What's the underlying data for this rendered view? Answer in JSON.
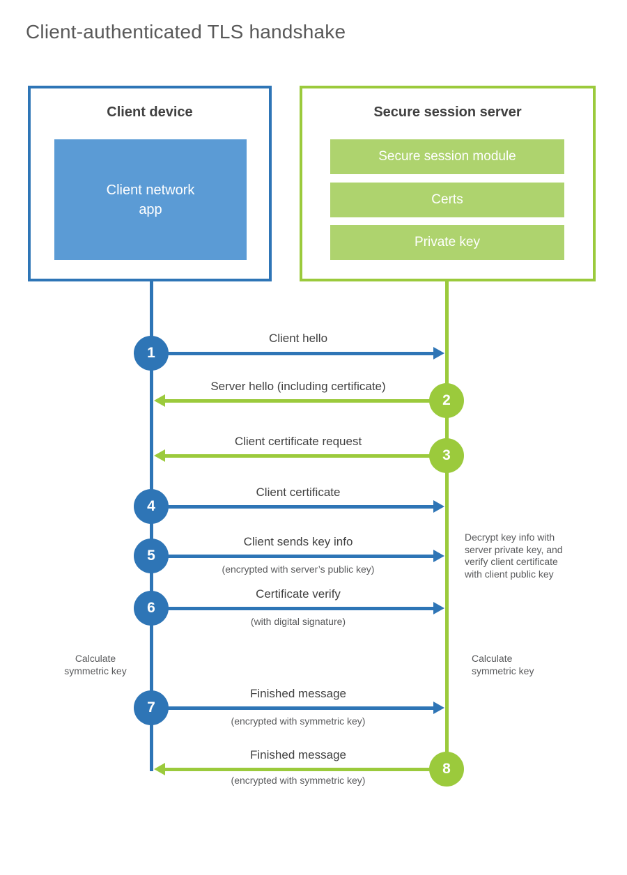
{
  "title": "Client-authenticated TLS handshake",
  "colors": {
    "blue": "#2e75b6",
    "blue-light": "#5b9bd5",
    "green": "#9bca3c",
    "green-light": "#aed36e",
    "dark": "#404040",
    "gray": "#58595b"
  },
  "client_box": {
    "title": "Client device",
    "app_label": "Client network\napp"
  },
  "server_box": {
    "title": "Secure session server",
    "modules": [
      "Secure session module",
      "Certs",
      "Private key"
    ]
  },
  "steps": [
    {
      "num": "1",
      "label": "Client hello",
      "direction": "right",
      "color": "blue"
    },
    {
      "num": "2",
      "label": "Server hello (including certificate)",
      "direction": "left",
      "color": "green"
    },
    {
      "num": "3",
      "label": "Client certificate request",
      "direction": "left",
      "color": "green"
    },
    {
      "num": "4",
      "label": "Client certificate",
      "direction": "right",
      "color": "blue"
    },
    {
      "num": "5",
      "label": "Client sends key info",
      "sub": "(encrypted with server’s public key)",
      "direction": "right",
      "color": "blue"
    },
    {
      "num": "6",
      "label": "Certificate verify",
      "sub": "(with digital signature)",
      "direction": "right",
      "color": "blue"
    },
    {
      "num": "7",
      "label": "Finished message",
      "sub": "(encrypted with symmetric key)",
      "direction": "right",
      "color": "blue"
    },
    {
      "num": "8",
      "label": "Finished message",
      "sub": "(encrypted with symmetric key)",
      "direction": "left",
      "color": "green"
    }
  ],
  "notes": {
    "decrypt": "Decrypt key info with\nserver private key, and\nverify client certificate\nwith client public key",
    "calc_left": "Calculate\nsymmetric key",
    "calc_right": "Calculate\nsymmetric key"
  }
}
